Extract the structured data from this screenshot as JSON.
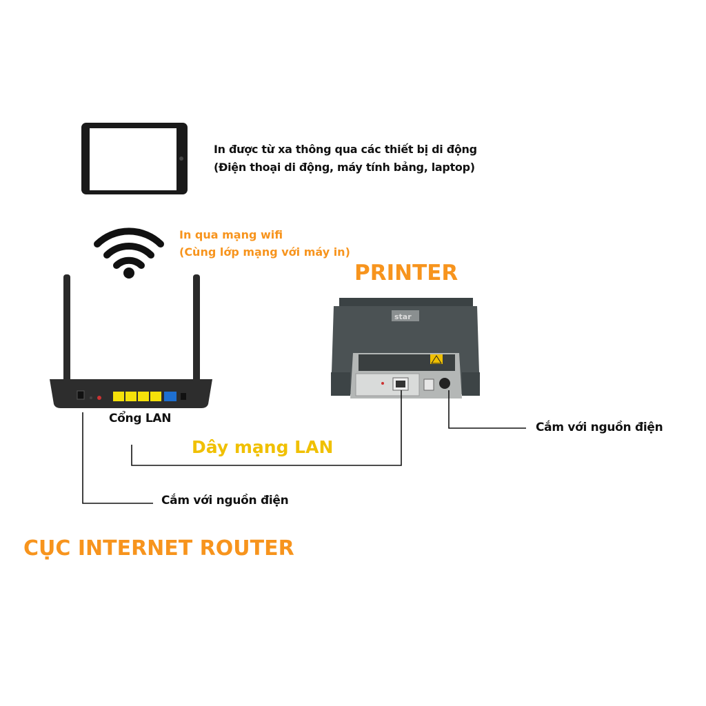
{
  "mobile_caption": {
    "line1": "In được từ xa thông qua các thiết bị di động",
    "line2": "(Điện thoại di động, máy tính bảng, laptop)"
  },
  "wifi_caption": {
    "line1": "In qua mạng wifi",
    "line2": "(Cùng lớp mạng với máy in)"
  },
  "printer_title": "PRINTER",
  "printer_brand": "star",
  "lan_port_label": "Cổng LAN",
  "lan_cable_label": "Dây mạng LAN",
  "router_power_label": "Cắm với nguồn điện",
  "printer_power_label": "Cắm với nguồn điện",
  "router_title": "CỤC INTERNET ROUTER",
  "colors": {
    "orange": "#f7941d",
    "yellow": "#f0c000",
    "lan_port": "#f5e10a",
    "wan_port": "#1e6fd0"
  }
}
